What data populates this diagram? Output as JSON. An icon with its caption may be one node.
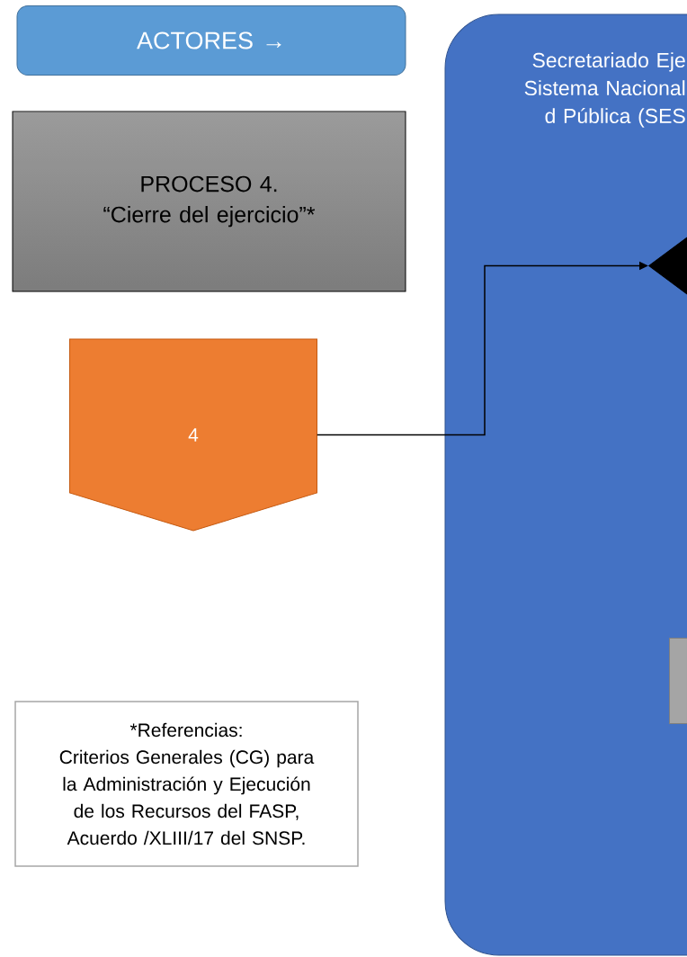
{
  "diagram": {
    "nodes": [
      {
        "text": [
          "ACTORES →"
        ]
      },
      {
        "text": [
          "PROCESO 4.",
          "“Cierre del ejercicio”*"
        ]
      },
      {
        "text": [
          "4"
        ]
      },
      {
        "text": [
          "*Referencias:",
          "Criterios Generales (CG) para la Administración y Ejecución de los Recursos del FASP, Acuerdo /XLIII/17 del SNSP."
        ]
      },
      {
        "text": [
          "Secretariado Eje Sistema Nacional d Pública (SES"
        ]
      },
      {
        "text": [],
        "shape": "diamond",
        "in": 4
      },
      {
        "text": [],
        "shape": "box",
        "in": 4
      }
    ],
    "edges": [
      {
        "from": 2,
        "to": 5,
        "arrow": "to"
      }
    ]
  }
}
